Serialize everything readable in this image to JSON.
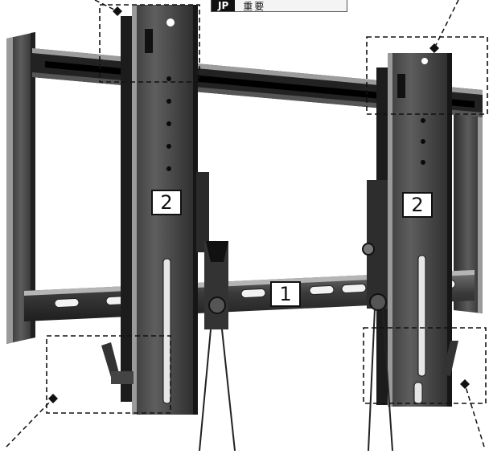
{
  "header": {
    "language_code": "JP",
    "language_label": "重要"
  },
  "labels": {
    "rail": "1",
    "left_arm": "2",
    "right_arm": "2"
  },
  "colors": {
    "metal_dark": "#1a1a1a",
    "metal_mid": "#4a4a4a",
    "metal_light": "#8c8c8c",
    "highlight": "#c9c9c9",
    "background": "#ffffff"
  }
}
